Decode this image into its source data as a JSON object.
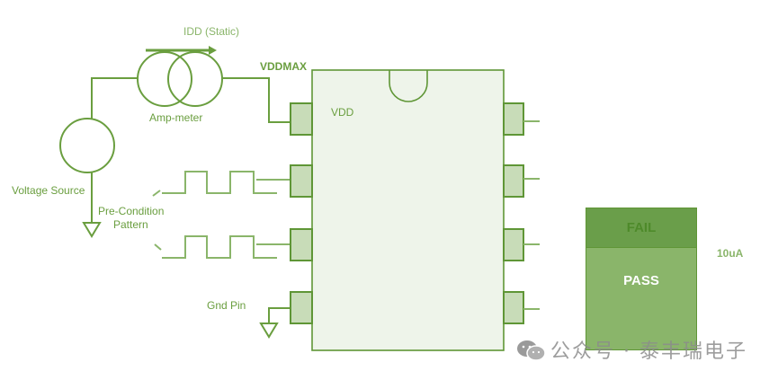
{
  "title": "IDD Static Current Test Setup",
  "labels": {
    "idd_static": "IDD (Static)",
    "amp_meter": "Amp-meter",
    "vddmax": "VDDMAX",
    "vdd": "VDD",
    "voltage_source": "Voltage Source",
    "pre_condition_line1": "Pre-Condition",
    "pre_condition_line2": "Pattern",
    "gnd_pin": "Gnd Pin",
    "limit": "10uA"
  },
  "pass_fail": {
    "fail_label": "FAIL",
    "pass_label": "PASS"
  },
  "colors": {
    "line": "#6a9e3f",
    "pin_fill": "#c8dcb8",
    "chip_fill": "#eef4ea",
    "fail_fill": "#6a9e4a",
    "pass_fill": "#8ab56a"
  },
  "watermark": {
    "text": "公众号 · 泰丰瑞电子",
    "icon": "wechat-icon"
  }
}
